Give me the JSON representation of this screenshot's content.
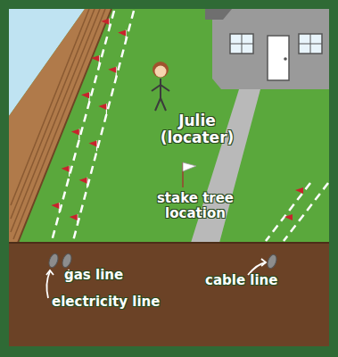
{
  "diagram": {
    "labels": [
      "Julie (locater)",
      "stake tree location",
      "gas line",
      "electricity line",
      "cable line"
    ]
  }
}
